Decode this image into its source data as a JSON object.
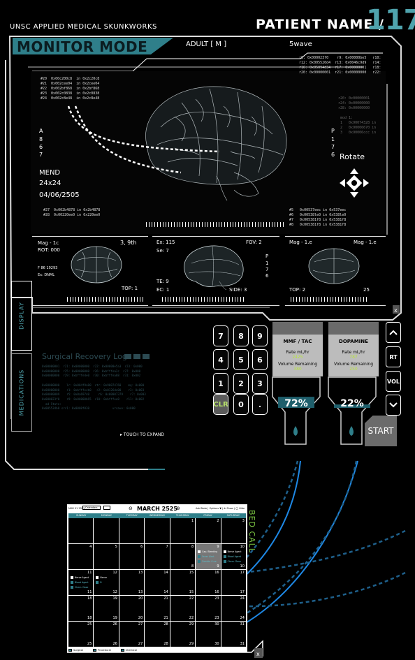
{
  "header": {
    "org": "UNSC APPLIED MEDICAL SKUNKWORKS",
    "patient_label": "PATIENT NAME /",
    "patient_number": "117"
  },
  "monitor": {
    "mode": "MONITOR MODE",
    "sex": "ADULT [ M ]",
    "wave": "5wave",
    "dump_left": "#20  0x00c200c8  in 0x2c20c8\n#21  0x002cee04  in 0x2cee04\n#22  0x002bf868  in 0x2bf868\n#23  0x002c0838  in 0x2c0838\n#24  0x002c8e48  in 0x2c8e48",
    "dump_right_top": "r8: 0x000023f0    r9: 0x00000be5   r10:\nr12: 0x005520d4  r13: 0x0046c9d9   r14:\nr16: 0x05094d34  r17: 0x00000001   r18:\nr20: 0x00000001  r21: 0x00000000   r22:",
    "dump_right_mid": "r20: 0x00000001\nr24: 0x00000000\nr28: 0x00000000\n\n mod 1:\n 1   0x90074328 in\n 2   0x90006670 in\n 3   0x90006ccc in",
    "dump_bottom_left": "#27  0x002b4878 in 0x2b4878\n#28  0x00220ee0 in 0x220ee0",
    "dump_bottom_right": "#5   0x00537eec in 0x537eec\n#6   0x00538le0 in 0x538le0\n#7   0x005381f8 in 0x5381f8\n#8   0x005381f8 in 0x5381f8",
    "a_label": "A",
    "a_values": [
      "8",
      "6",
      "7"
    ],
    "p_label": "P",
    "p_values": [
      "1",
      "7",
      "6"
    ],
    "mend": "MEND",
    "grid": "24x24",
    "date": "04/06/2505",
    "rotate": "Rotate"
  },
  "panels": {
    "left": {
      "mag": "Mag - 1c",
      "rot": "ROT: 000",
      "fb": "F 86 19293",
      "ex": "Ex: DNML",
      "title": "3, 9th",
      "top": "TOP: 1"
    },
    "mid": {
      "ex": "Ex: 115",
      "se": "Se: 7",
      "fov": "FOV: 2",
      "te": "TE: 9",
      "ec": "EC: 1",
      "side": "SIDE: 3",
      "p": "P",
      "pv": [
        "1",
        "7",
        "6"
      ]
    },
    "right": {
      "mag_left": "Mag - 1.e",
      "mag_right": "Mag - 1.e",
      "top": "TOP: 2",
      "num": "25"
    }
  },
  "side_tabs": {
    "display": "DISPLAY",
    "medications": "MEDICATIONS"
  },
  "log": {
    "title": "Surgical Recovery Log",
    "text": "0x00000001  r21: 0x00000000  r22: 0x00000e5a3  r23: 0x000\n0x00000000  r25: 0x00000000  r26: 0xbfffea2c  r27: 0x000\n0x00000000  r29: 0xbfffe4e0  r30: 0xbfffea88  r31: 0x002\n\n0x00000000    lr: 0x004f9a80  ctr: 0x90074760    mq: 0x000\n0x00000000    r1: 0xbfffecb0   r2: 0x0126de00    r3: 0x003\n0x00000009    r5: 0x0a69740     r6: 0x00007379    r7: 0x003\n0x000023f0    r9: 0x00000b65  r10: 0xbfffee8    r11: 0x002\n  ad State:\n0x005534b0 srr1: 0x0000f030             vrsave: 0x000",
    "expand": "TOUCH TO EXPAND"
  },
  "keypad": [
    "7",
    "8",
    "9",
    "4",
    "5",
    "6",
    "1",
    "2",
    "3",
    "CLR",
    "0",
    "."
  ],
  "drips": [
    {
      "name": "MMF / TAC",
      "rate_label": "Rate mL/hr",
      "rate": "2425",
      "vol_label": "Volume Remaining",
      "vol": "380",
      "pct": "72%",
      "fill": 0.72
    },
    {
      "name": "DOPAMINE",
      "rate_label": "Rate mL/hr",
      "rate": "787",
      "vol_label": "Volume Remaining",
      "vol": "250",
      "pct": "22%",
      "fill": 0.22
    }
  ],
  "right_buttons": {
    "up": "^",
    "rt": "RT",
    "vol": "VOL",
    "down": "v"
  },
  "start": "START",
  "calendar": {
    "month": "MARCH 2525",
    "top_left": "MAR 01 2525",
    "top_mid": "Calendars",
    "top_right": "Add Note | Options ▼ | ⊕ Show | ◯ Hide",
    "days_of_week": [
      "SUNDAY",
      "MONDAY",
      "TUESDAY",
      "WEDNESDAY",
      "THURSDAY",
      "FRIDAY",
      "SATURDAY"
    ],
    "cells": [
      {
        "n": "",
        "b": ""
      },
      {
        "n": "",
        "b": ""
      },
      {
        "n": "",
        "b": ""
      },
      {
        "n": "",
        "b": ""
      },
      {
        "n": "1",
        "b": ""
      },
      {
        "n": "2",
        "b": ""
      },
      {
        "n": "3",
        "b": ""
      },
      {
        "n": "4",
        "b": ""
      },
      {
        "n": "5",
        "b": ""
      },
      {
        "n": "6",
        "b": ""
      },
      {
        "n": "7",
        "b": ""
      },
      {
        "n": "8",
        "b": "8"
      },
      {
        "n": "9",
        "b": "9"
      },
      {
        "n": "10",
        "b": "10"
      },
      {
        "n": "11",
        "b": "11"
      },
      {
        "n": "12",
        "b": "12"
      },
      {
        "n": "13",
        "b": "13"
      },
      {
        "n": "14",
        "b": "14"
      },
      {
        "n": "15",
        "b": "15"
      },
      {
        "n": "16",
        "b": "16"
      },
      {
        "n": "17",
        "b": "17"
      },
      {
        "n": "18",
        "b": "18"
      },
      {
        "n": "19",
        "b": "19"
      },
      {
        "n": "20",
        "b": "20"
      },
      {
        "n": "21",
        "b": "21"
      },
      {
        "n": "22",
        "b": "22"
      },
      {
        "n": "23",
        "b": "23"
      },
      {
        "n": "24",
        "b": "24"
      },
      {
        "n": "25",
        "b": "25"
      },
      {
        "n": "26",
        "b": "26"
      },
      {
        "n": "27",
        "b": "27"
      },
      {
        "n": "28",
        "b": "28"
      },
      {
        "n": "29",
        "b": "29"
      },
      {
        "n": "30",
        "b": "30"
      },
      {
        "n": "31",
        "b": "31"
      }
    ],
    "events": {
      "fri9": [
        "Cap. Bleeding",
        "Fever Alert",
        "Zombie Cure"
      ],
      "sat10": [
        "Nerve Agent",
        "Blood Agent",
        "Chem. Dose"
      ],
      "sun11": [
        "Nerve Agent",
        "Blood Agent",
        "Chem. Dose"
      ],
      "mon12": [
        "Nerve",
        "B"
      ]
    },
    "legend": [
      "Surgical",
      "Procedural",
      "Chemical"
    ],
    "bed_call": "BED CALL"
  },
  "colors": {
    "accent": "#2f7f8a",
    "accent_light": "#4fa3ad",
    "drip_fill": "#1f5f6c",
    "green": "#7bc542"
  }
}
